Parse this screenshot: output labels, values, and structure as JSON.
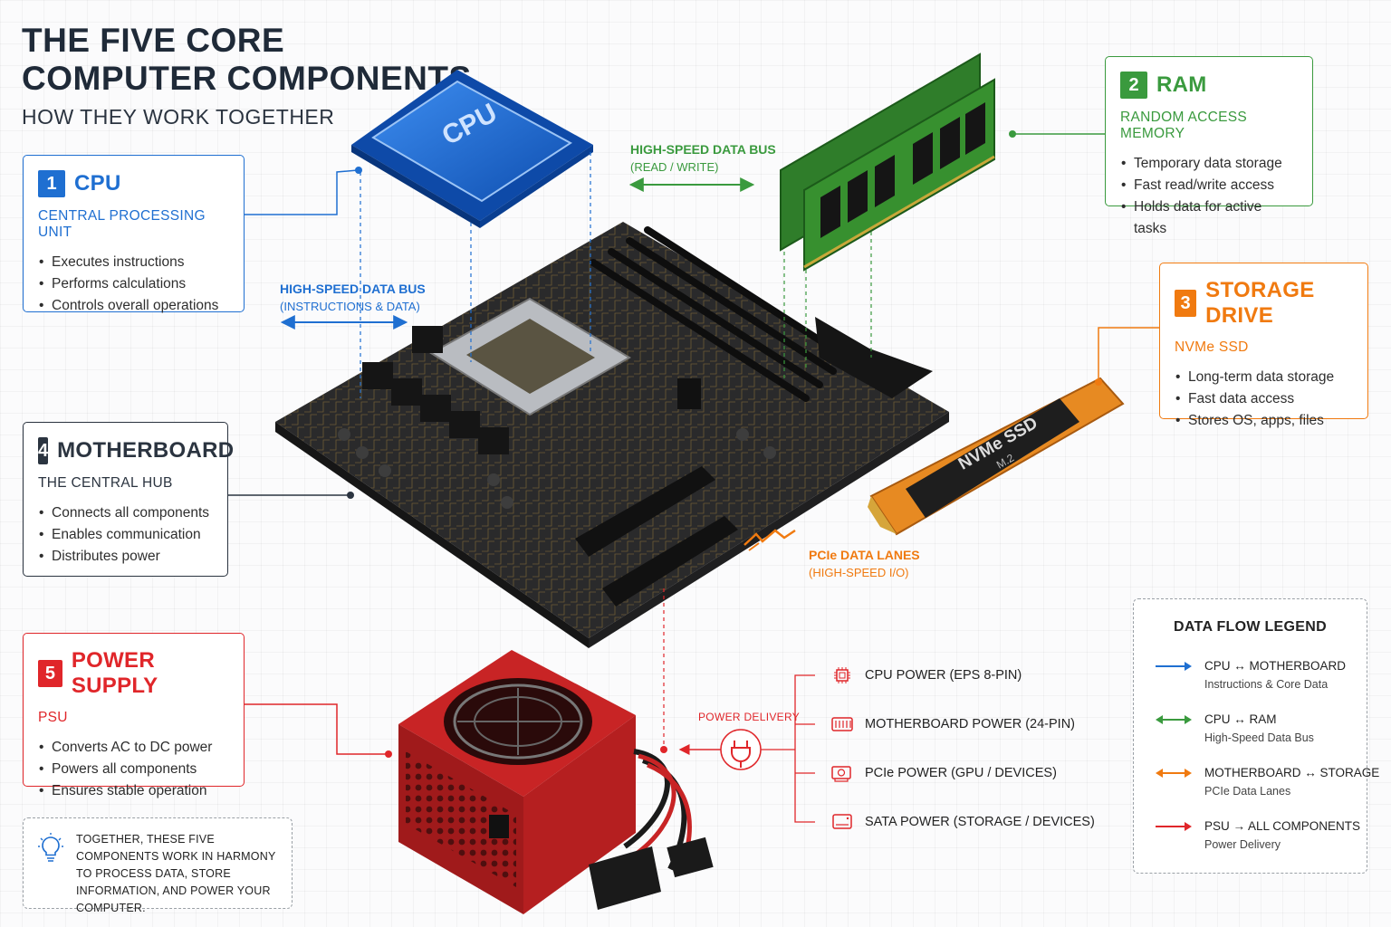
{
  "header": {
    "title_line1": "THE FIVE CORE",
    "title_line2": "COMPUTER COMPONENTS",
    "subtitle": "HOW THEY WORK TOGETHER"
  },
  "cards": {
    "cpu": {
      "num": "1",
      "name": "CPU",
      "sub": "CENTRAL PROCESSING UNIT",
      "color": "#1f6fd1",
      "items": [
        "Executes instructions",
        "Performs calculations",
        "Controls overall operations"
      ]
    },
    "ram": {
      "num": "2",
      "name": "RAM",
      "sub": "RANDOM ACCESS MEMORY",
      "color": "#3a9a3e",
      "items": [
        "Temporary data storage",
        "Fast read/write access",
        "Holds data for active tasks"
      ]
    },
    "storage": {
      "num": "3",
      "name": "STORAGE DRIVE",
      "sub": "NVMe SSD",
      "color": "#f07a10",
      "items": [
        "Long-term data storage",
        "Fast data access",
        "Stores OS, apps, files"
      ]
    },
    "motherboard": {
      "num": "4",
      "name": "MOTHERBOARD",
      "sub": "THE CENTRAL HUB",
      "color": "#2b3440",
      "items": [
        "Connects all components",
        "Enables communication",
        "Distributes power"
      ]
    },
    "psu": {
      "num": "5",
      "name": "POWER SUPPLY",
      "sub": "PSU",
      "color": "#e0262a",
      "items": [
        "Converts AC to DC power",
        "Powers all components",
        "Ensures stable operation"
      ]
    }
  },
  "illustration_text": {
    "cpu_chip": "CPU",
    "ssd_label": "NVMe SSD",
    "ssd_sub": "M.2"
  },
  "buses": {
    "cpu_mb": {
      "title": "HIGH-SPEED DATA BUS",
      "sub": "(INSTRUCTIONS & DATA)"
    },
    "cpu_ram": {
      "title": "HIGH-SPEED DATA BUS",
      "sub": "(READ / WRITE)"
    },
    "pcie": {
      "title": "PCIe DATA LANES",
      "sub": "(HIGH-SPEED I/O)"
    }
  },
  "power": {
    "label": "POWER DELIVERY",
    "items": [
      {
        "label": "CPU POWER (EPS 8-PIN)",
        "icon": "cpu-chip-icon"
      },
      {
        "label": "MOTHERBOARD POWER (24-PIN)",
        "icon": "connector-24pin-icon"
      },
      {
        "label": "PCIe POWER (GPU / DEVICES)",
        "icon": "gpu-card-icon"
      },
      {
        "label": "SATA POWER (STORAGE / DEVICES)",
        "icon": "drive-icon"
      }
    ]
  },
  "legend": {
    "title": "DATA FLOW LEGEND",
    "rows": [
      {
        "t1": "CPU ↔ MOTHERBOARD",
        "t2": "Instructions & Core Data",
        "color": "#1f6fd1"
      },
      {
        "t1": "CPU ↔ RAM",
        "t2": "High-Speed Data Bus",
        "color": "#3a9a3e"
      },
      {
        "t1": "MOTHERBOARD ↔ STORAGE",
        "t2": "PCIe Data Lanes",
        "color": "#f07a10"
      },
      {
        "t1": "PSU → ALL COMPONENTS",
        "t2": "Power Delivery",
        "color": "#e0262a"
      }
    ]
  },
  "note": {
    "text": "TOGETHER, THESE FIVE COMPONENTS WORK IN HARMONY TO PROCESS DATA, STORE INFORMATION, AND POWER YOUR COMPUTER.",
    "icon": "lightbulb-icon"
  }
}
